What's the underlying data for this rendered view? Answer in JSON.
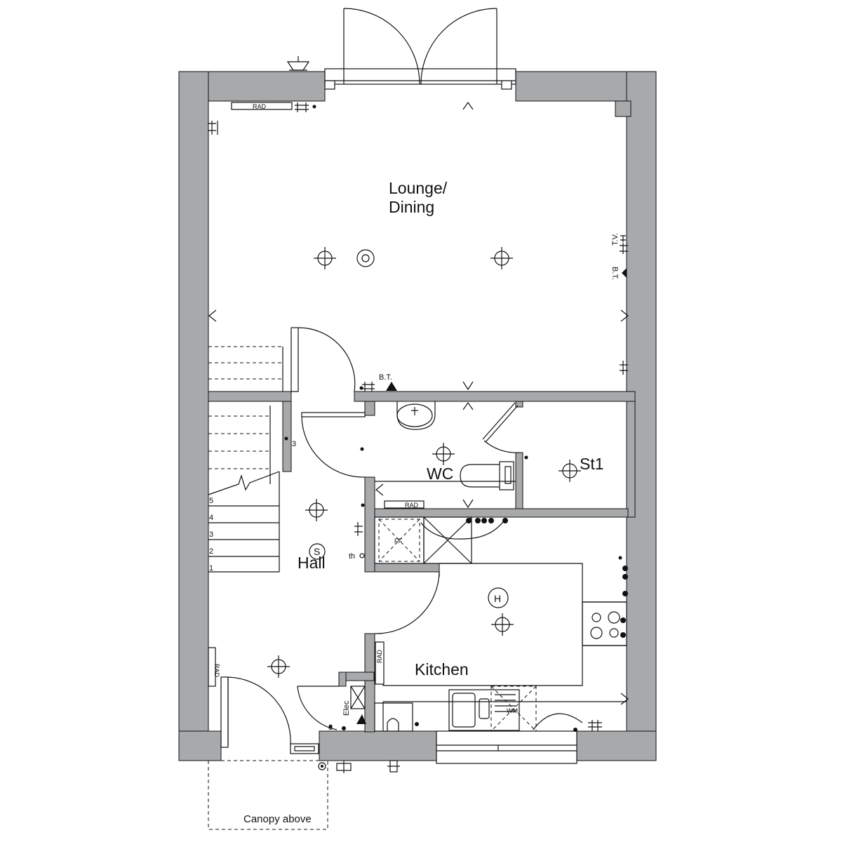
{
  "rooms": {
    "lounge_line1": "Lounge/",
    "lounge_line2": "Dining",
    "wc": "WC",
    "store": "St1",
    "hall": "Hall",
    "kitchen": "Kitchen"
  },
  "labels": {
    "rad": "RAD",
    "bt": "B.T.",
    "tv": "T.V.",
    "elec": "Elec",
    "th": "th",
    "wm": "WM",
    "ff": "FF",
    "smoke": "S",
    "heat": "H",
    "three": "3",
    "canopy": "Canopy above"
  },
  "stair_numbers": [
    "5",
    "4",
    "3",
    "2",
    "1"
  ],
  "colors": {
    "wall": "#a7a9ab",
    "line": "#111111"
  }
}
